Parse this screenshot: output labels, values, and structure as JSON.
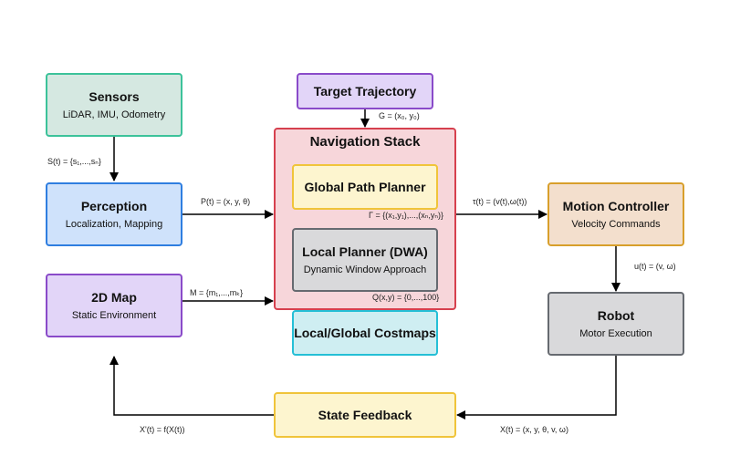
{
  "nodes": {
    "sensors": {
      "title": "Sensors",
      "sub": "LiDAR, IMU, Odometry",
      "fill": "#d5e8e1",
      "stroke": "#3cc29a"
    },
    "perception": {
      "title": "Perception",
      "sub": "Localization, Mapping",
      "fill": "#cfe2fb",
      "stroke": "#2f7ee0"
    },
    "map2d": {
      "title": "2D Map",
      "sub": "Static Environment",
      "fill": "#e2d5f8",
      "stroke": "#8a4bc9"
    },
    "target": {
      "title": "Target Trajectory",
      "fill": "#e2d5f8",
      "stroke": "#8a4bc9"
    },
    "navstack": {
      "title": "Navigation Stack",
      "fill": "#f7d6da",
      "stroke": "#d6404e"
    },
    "global_planner": {
      "title": "Global Path Planner",
      "fill": "#fdf5cf",
      "stroke": "#f0c43a"
    },
    "local_planner": {
      "title": "Local Planner (DWA)",
      "sub": "Dynamic Window Approach",
      "fill": "#d9d9db",
      "stroke": "#666a70"
    },
    "costmaps": {
      "title": "Local/Global Costmaps",
      "fill": "#cfeef2",
      "stroke": "#25bfd6"
    },
    "motion": {
      "title": "Motion Controller",
      "sub": "Velocity Commands",
      "fill": "#f3dfcd",
      "stroke": "#d89f2b"
    },
    "robot": {
      "title": "Robot",
      "sub": "Motor Execution",
      "fill": "#d9d9db",
      "stroke": "#666a70"
    },
    "feedback": {
      "title": "State Feedback",
      "fill": "#fdf5cf",
      "stroke": "#f0c43a"
    }
  },
  "edge_labels": {
    "s_t": "S(t) = {s₁,...,sₙ}",
    "p_t": "P(t) = (x, y, θ)",
    "m": "M = {m₁,...,mₖ}",
    "g": "G = (x₀, y₀)",
    "gamma": "Γ = {(x₁,y₁),...,(xₙ,yₙ)}",
    "q": "Q(x,y) = {0,...,100}",
    "tau": "τ(t) = (v(t),ω(t))",
    "u_t": "u(t) = (v, ω)",
    "x_t": "X(t) = (x, y, θ, v, ω)",
    "x_prime": "X'(t) = f(X(t))"
  }
}
